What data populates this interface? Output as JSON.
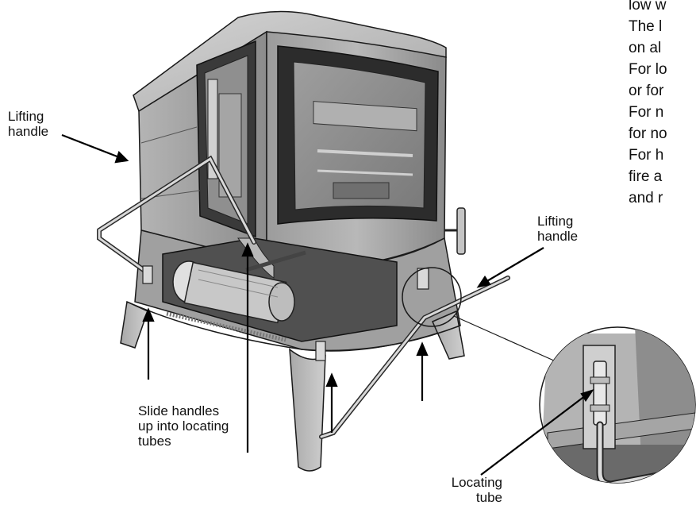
{
  "labels": {
    "lifting_handle_left": [
      "Lifting",
      "handle"
    ],
    "lifting_handle_right": [
      "Lifting",
      "handle"
    ],
    "slide_handles": [
      "Slide handles",
      "up into locating",
      "tubes"
    ],
    "locating_tube": [
      "Locating",
      "tube"
    ]
  },
  "side_text_fragments": [
    "low w",
    "The l",
    "on al",
    "For lo",
    "or for",
    "For n",
    "for no",
    "For h",
    "fire  a",
    "and r"
  ],
  "colors": {
    "stove_body": "#9a9a9a",
    "stove_dark": "#4a4a4a",
    "glass": "#8e8e8e",
    "outline": "#1a1a1a"
  }
}
